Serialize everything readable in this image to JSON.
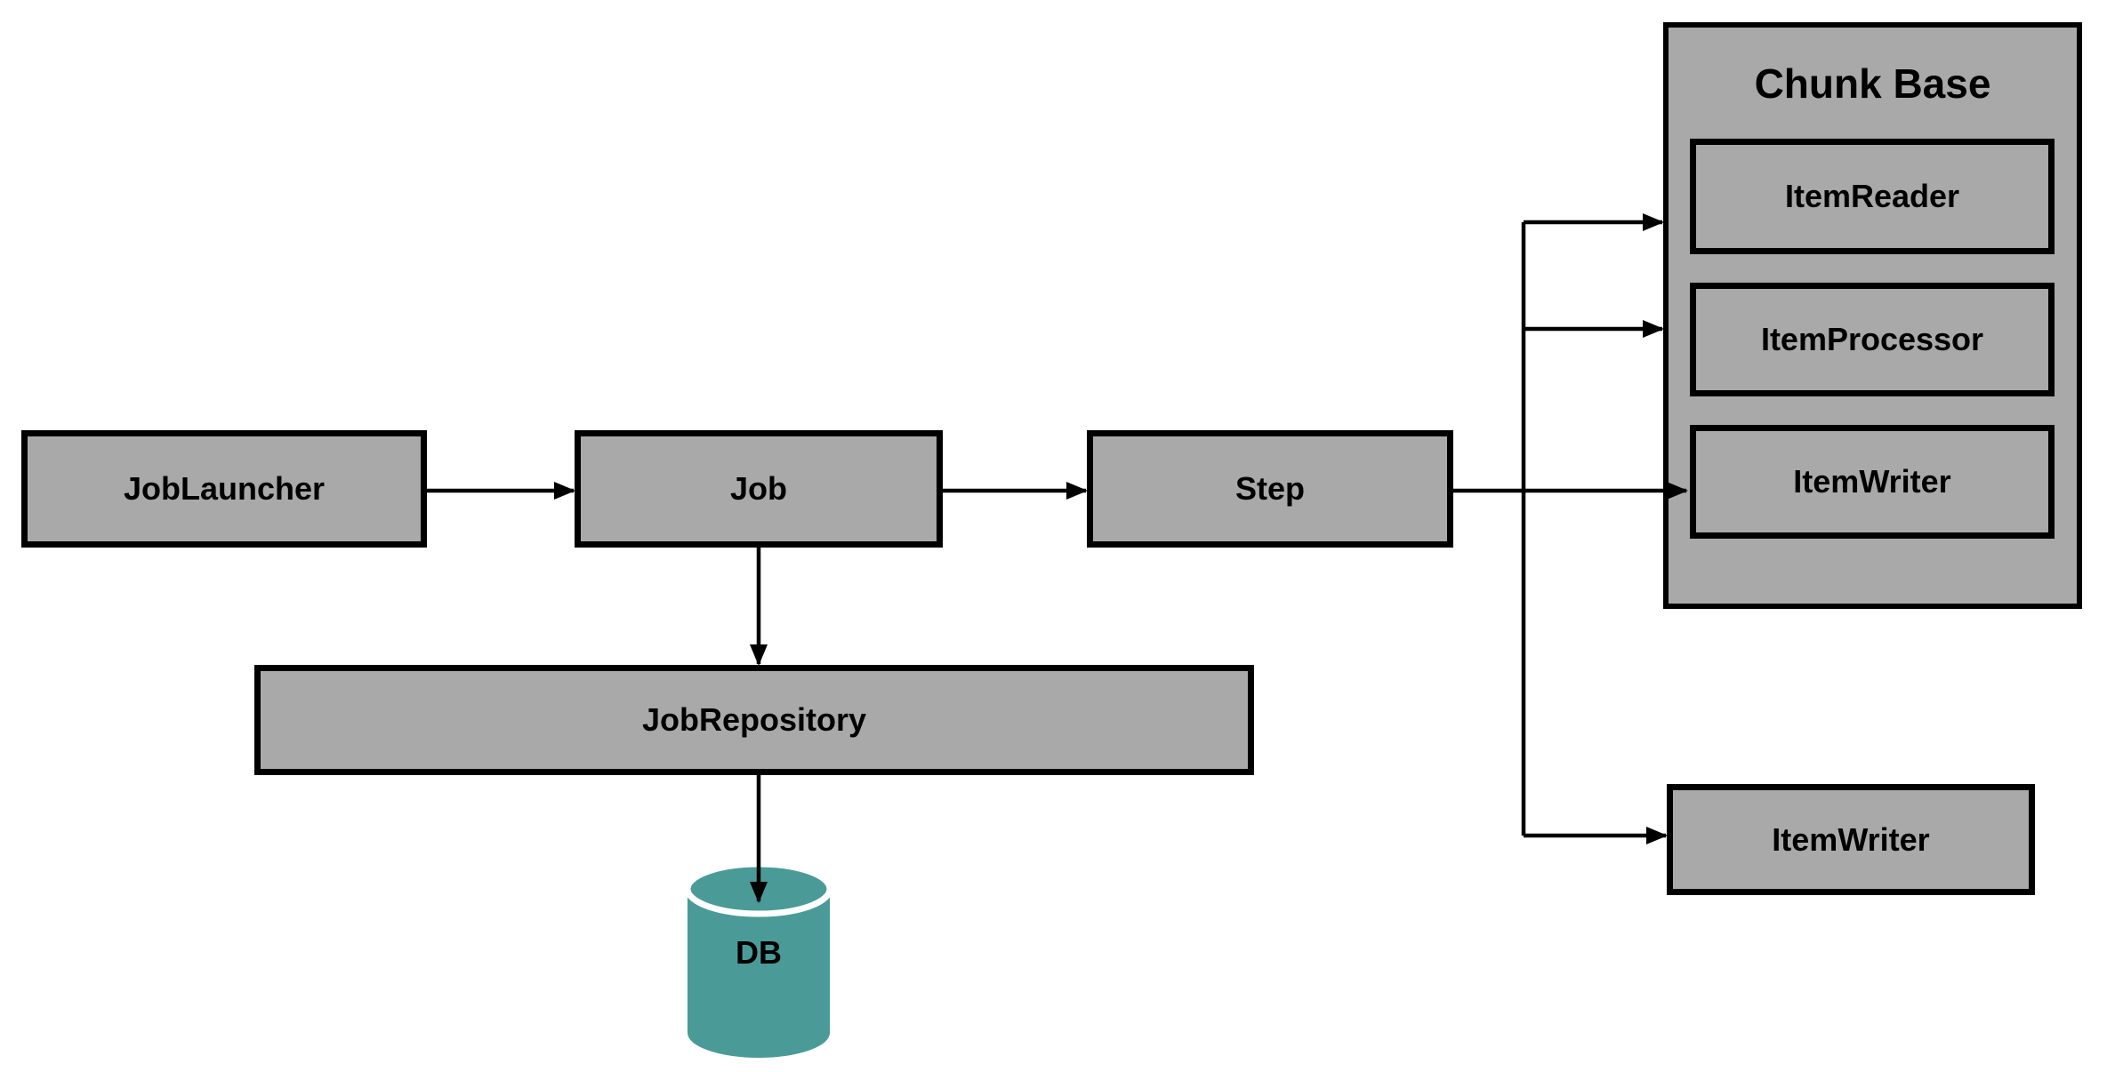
{
  "diagram": {
    "nodes": {
      "job_launcher": {
        "label": "JobLauncher"
      },
      "job": {
        "label": "Job"
      },
      "step": {
        "label": "Step"
      },
      "chunk_base": {
        "label": "Chunk Base"
      },
      "item_reader": {
        "label": "ItemReader"
      },
      "item_processor": {
        "label": "ItemProcessor"
      },
      "item_writer_chunk": {
        "label": "ItemWriter"
      },
      "job_repository": {
        "label": "JobRepository"
      },
      "item_writer_standalone": {
        "label": "ItemWriter"
      },
      "db": {
        "label": "DB"
      }
    },
    "groups": [
      {
        "title": "Chunk Base",
        "children": [
          "ItemReader",
          "ItemProcessor",
          "ItemWriter"
        ]
      }
    ],
    "edges": [
      {
        "from": "JobLauncher",
        "to": "Job"
      },
      {
        "from": "Job",
        "to": "Step"
      },
      {
        "from": "Job",
        "to": "JobRepository"
      },
      {
        "from": "JobRepository",
        "to": "DB"
      },
      {
        "from": "Step",
        "to": "ItemReader"
      },
      {
        "from": "Step",
        "to": "ItemProcessor"
      },
      {
        "from": "Step",
        "to": "ItemWriter"
      },
      {
        "from": "Step",
        "to": "ItemWriter (standalone)"
      }
    ]
  },
  "colors": {
    "node_fill": "#a9a9a9",
    "node_border": "#000000",
    "db_fill": "#4a9b98",
    "background": "#ffffff",
    "text": "#000000"
  }
}
